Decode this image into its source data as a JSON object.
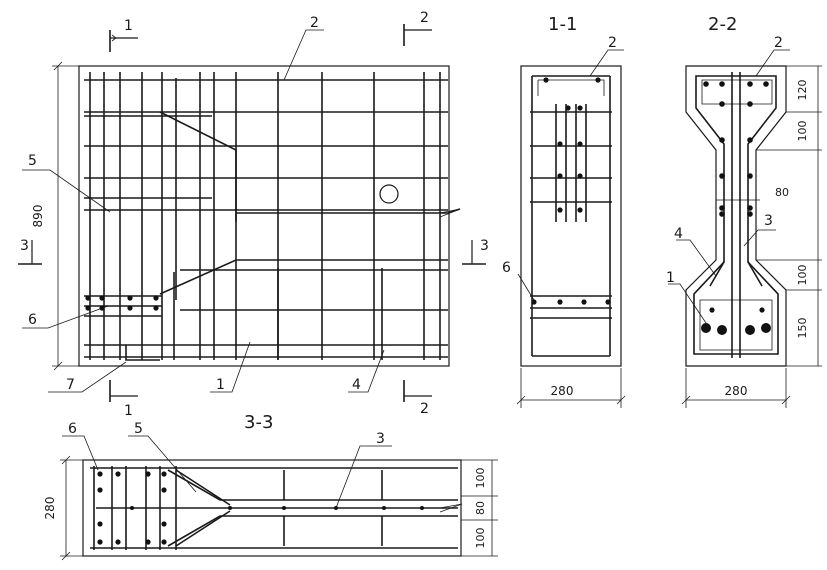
{
  "diagram": {
    "section_titles": {
      "s11": "1-1",
      "s22": "2-2",
      "s33": "3-3"
    },
    "cut_labels": {
      "c1_top": "1",
      "c1_bottom": "1",
      "c2_top": "2",
      "c2_bottom": "2",
      "c3_left": "3",
      "c3_right": "3"
    },
    "elevation": {
      "height_dim": "890",
      "callouts": {
        "n1": "1",
        "n2": "2",
        "n4": "4",
        "n5": "5",
        "n6": "6",
        "n7": "7"
      }
    },
    "section_1_1": {
      "width_dim": "280",
      "callouts": {
        "n2": "2",
        "n6": "6"
      }
    },
    "section_2_2": {
      "width_dim": "280",
      "dims": [
        "120",
        "100",
        "80",
        "100",
        "150"
      ],
      "callouts": {
        "n1": "1",
        "n2": "2",
        "n3": "3",
        "n4": "4"
      }
    },
    "section_3_3": {
      "height_dim": "280",
      "dims": [
        "100",
        "80",
        "100"
      ],
      "callouts": {
        "n3": "3",
        "n5": "5",
        "n6": "6"
      }
    },
    "line_color": "#1a1a1a"
  }
}
